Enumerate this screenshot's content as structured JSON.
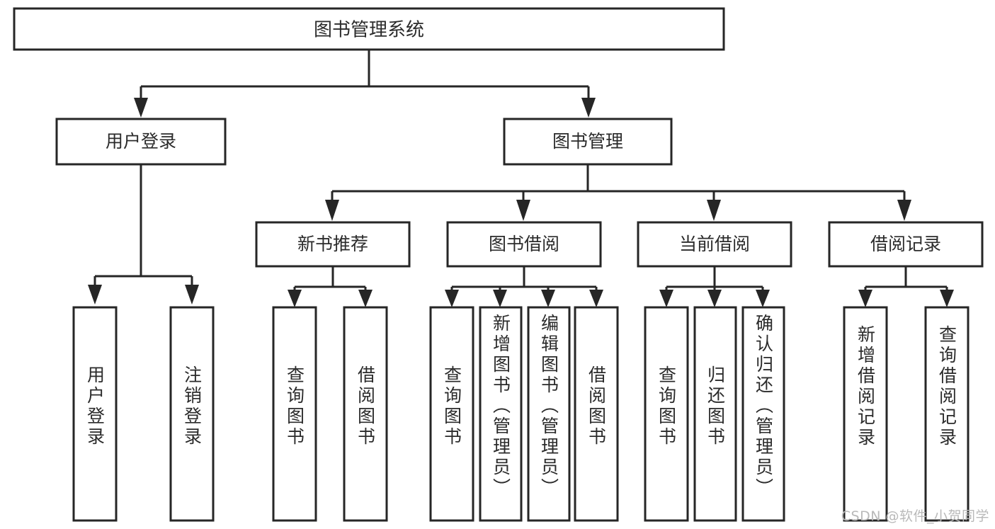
{
  "diagram": {
    "type": "tree",
    "title": "图书管理系统",
    "watermark": "CSDN @软件_小贺同学",
    "root": {
      "label": "图书管理系统",
      "level": 0
    },
    "level2": [
      {
        "label": "用户登录"
      },
      {
        "label": "图书管理"
      }
    ],
    "level3": [
      {
        "label": "新书推荐"
      },
      {
        "label": "图书借阅"
      },
      {
        "label": "当前借阅"
      },
      {
        "label": "借阅记录"
      }
    ],
    "leaves": {
      "user_login": [
        {
          "label": "用户登录"
        },
        {
          "label": "注销登录"
        }
      ],
      "new_book_recommend": [
        {
          "label": "查询图书"
        },
        {
          "label": "借阅图书"
        }
      ],
      "book_borrow": [
        {
          "label": "查询图书"
        },
        {
          "label": "新增图书（管理员）"
        },
        {
          "label": "编辑图书（管理员）"
        },
        {
          "label": "借阅图书"
        }
      ],
      "current_borrow": [
        {
          "label": "查询图书"
        },
        {
          "label": "归还图书"
        },
        {
          "label": "确认归还（管理员）"
        }
      ],
      "borrow_record": [
        {
          "label": "新增借阅记录"
        },
        {
          "label": "查询借阅记录"
        }
      ]
    },
    "colors": {
      "stroke": "#262626",
      "fill": "#ffffff",
      "text": "#2b2b2b",
      "watermark": "#b9b9b9"
    }
  }
}
